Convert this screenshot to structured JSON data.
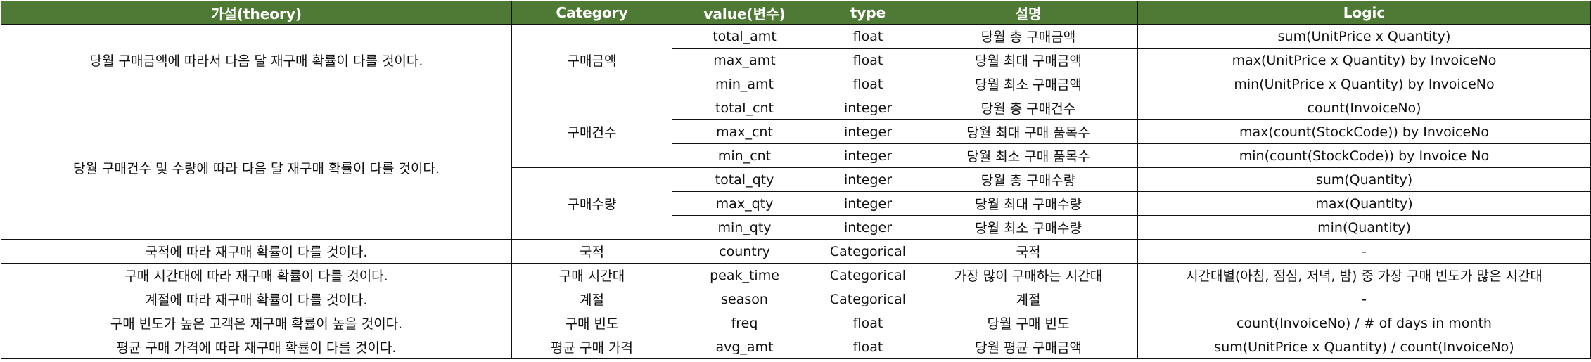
{
  "headers": {
    "theory": "가설(theory)",
    "category": "Category",
    "value": "value(변수)",
    "type": "type",
    "desc": "설명",
    "logic": "Logic"
  },
  "hypotheses": {
    "h1": "당월 구매금액에 따라서 다음 달 재구매 확률이 다를 것이다.",
    "h2": "당월 구매건수 및 수량에 따라 다음 달 재구매 확률이 다를 것이다.",
    "h3": "국적에 따라 재구매 확률이 다를 것이다.",
    "h4": "구매 시간대에 따라 재구매 확률이 다를 것이다.",
    "h5": "계절에 따라 재구매 확률이 다를 것이다.",
    "h6": "구매 빈도가 높은 고객은 재구매 확률이 높을 것이다.",
    "h7": "평균 구매 가격에 따라 재구매 확률이 다를 것이다."
  },
  "categories": {
    "amount": "구매금액",
    "count": "구매건수",
    "quantity": "구매수량",
    "country": "국적",
    "time": "구매 시간대",
    "season": "계절",
    "freq": "구매 빈도",
    "avg": "평균 구매 가격"
  },
  "rows": [
    {
      "value": "total_amt",
      "type": "float",
      "desc": "당월 총 구매금액",
      "logic": "sum(UnitPrice x Quantity)"
    },
    {
      "value": "max_amt",
      "type": "float",
      "desc": "당월 최대 구매금액",
      "logic": "max(UnitPrice x Quantity) by InvoiceNo"
    },
    {
      "value": "min_amt",
      "type": "float",
      "desc": "당월 최소 구매금액",
      "logic": "min(UnitPrice x Quantity) by InvoiceNo"
    },
    {
      "value": "total_cnt",
      "type": "integer",
      "desc": "당월 총 구매건수",
      "logic": "count(InvoiceNo)"
    },
    {
      "value": "max_cnt",
      "type": "integer",
      "desc": "당월 최대 구매 품목수",
      "logic": "max(count(StockCode)) by InvoiceNo"
    },
    {
      "value": "min_cnt",
      "type": "integer",
      "desc": "당월 최소 구매 품목수",
      "logic": "min(count(StockCode)) by Invoice No"
    },
    {
      "value": "total_qty",
      "type": "integer",
      "desc": "당월 총 구매수량",
      "logic": "sum(Quantity)"
    },
    {
      "value": "max_qty",
      "type": "integer",
      "desc": "당월 최대 구매수량",
      "logic": "max(Quantity)"
    },
    {
      "value": "min_qty",
      "type": "integer",
      "desc": "당월 최소 구매수량",
      "logic": "min(Quantity)"
    },
    {
      "value": "country",
      "type": "Categorical",
      "desc": "국적",
      "logic": "-"
    },
    {
      "value": "peak_time",
      "type": "Categorical",
      "desc": "가장 많이 구매하는 시간대",
      "logic": "시간대별(아침, 점심, 저녁, 밤) 중 가장 구매 빈도가 많은 시간대"
    },
    {
      "value": "season",
      "type": "Categorical",
      "desc": "계절",
      "logic": "-"
    },
    {
      "value": "freq",
      "type": "float",
      "desc": "당월 구매 빈도",
      "logic": "count(InvoiceNo) / # of days in month"
    },
    {
      "value": "avg_amt",
      "type": "float",
      "desc": "당월 평균 구매금액",
      "logic": "sum(UnitPrice x Quantity) / count(InvoiceNo)"
    }
  ]
}
